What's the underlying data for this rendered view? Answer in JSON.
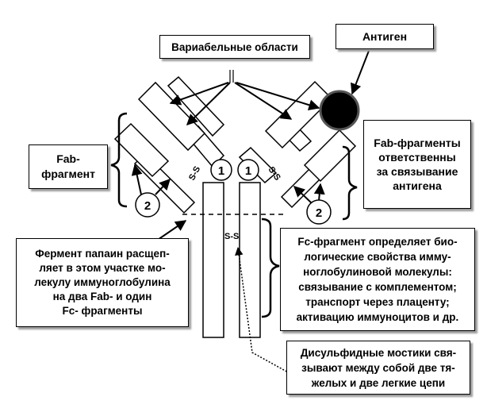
{
  "labels": {
    "variable_regions": "Вариабельные области",
    "antigen": "Антиген",
    "fab_fragment": "Fab-\nфрагмент",
    "fab_fragments_binding": "Fab-фрагменты\nответственны\nза связывание\nантигена",
    "papain": "Фермент папаин расщеп-\nляет в этом участке мо-\nлекулу иммуноглобулина\nна два Fab-  и один\nFc- фрагменты",
    "fc_fragment": "Fc-фрагмент определяет био-\nлогические свойства имму-\nноглобулиновой молекулы:\nсвязывание с комплементом;\nтранспорт через плаценту;\nактивацию иммуноцитов и др.",
    "disulfide": "Дисульфидные мостики свя-\nзывают между собой две тя-\nжелых и две легкие цепи"
  },
  "markers": {
    "heavy_chain_number": "1",
    "light_chain_number": "2",
    "disulfide_bond": "S-S"
  },
  "colors": {
    "line": "#000000",
    "antigen_fill": "#000000",
    "shadow": "#9a9a9a"
  }
}
